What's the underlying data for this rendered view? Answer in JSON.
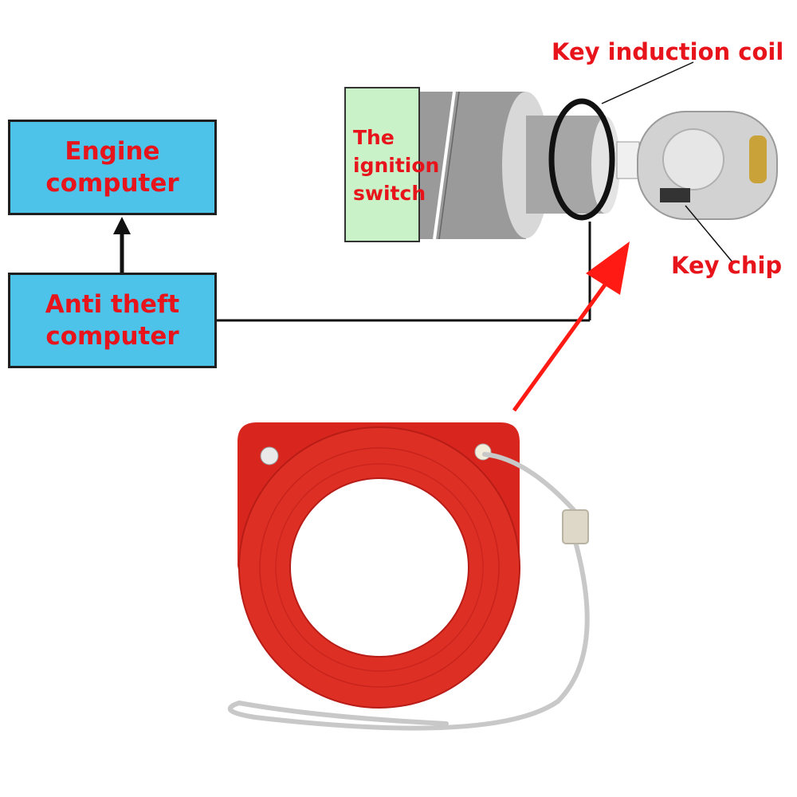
{
  "diagram": {
    "engine_computer": "Engine\ncomputer",
    "anti_theft_computer": "Anti theft\ncomputer",
    "ignition_switch": "The\nignition\nswitch",
    "key_induction_coil": "Key induction coil",
    "key_chip": "Key chip"
  },
  "colors": {
    "label_red": "#e8141b",
    "box_blue": "#4ec3ea",
    "switch_green": "#c9f2c9",
    "coil_red": "#d8261f",
    "wire": "#111111"
  },
  "icons": [
    "ignition-cylinder-icon",
    "car-key-icon",
    "induction-coil-ring-icon",
    "red-coil-product-icon",
    "lanyard-strap-icon"
  ]
}
